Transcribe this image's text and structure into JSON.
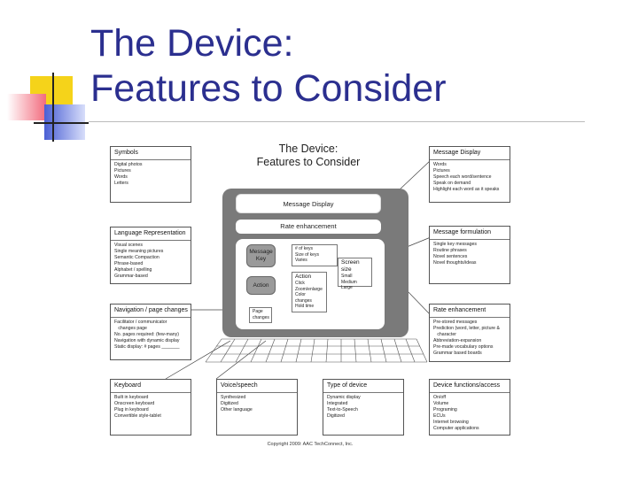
{
  "slide": {
    "title_line1": "The Device:",
    "title_line2": "Features to Consider"
  },
  "figure": {
    "title_line1": "The Device:",
    "title_line2": "Features to Consider",
    "copyright": "Copyright 2009: AAC TechConnect, Inc.",
    "device": {
      "message_display": "Message Display",
      "rate_enhancement": "Rate enhancement",
      "message_key": "Message\nKey",
      "action_key": "Action",
      "keys_box": {
        "items": [
          "# of keys",
          "Size of keys",
          "Varies"
        ]
      },
      "screen_size": {
        "title": "Screen size",
        "items": [
          "Small",
          "Medium",
          "Large"
        ]
      },
      "action_box": {
        "title": "Action",
        "items": [
          "Click",
          "Zoom/enlarge",
          "Color changes",
          "Hold time"
        ]
      },
      "page_changes": "Page\nchanges"
    },
    "boxes": {
      "symbols": {
        "title": "Symbols",
        "items": [
          "Digital photos",
          "Pictures",
          "Words",
          "Letters"
        ]
      },
      "language": {
        "title": "Language Representation",
        "items": [
          "Visual scenes",
          "Single meaning pictures",
          "Semantic Compaction",
          "Phrase-based",
          "Alphabet / spelling",
          "Grammar-based"
        ]
      },
      "navigation": {
        "title": "Navigation / page changes",
        "items": [
          "Facilitator / communicator",
          "   changes page",
          "No. pages required: (few-many)",
          "Navigation with dynamic display",
          "Static display: # pages _______"
        ]
      },
      "keyboard": {
        "title": "Keyboard",
        "items": [
          "Built in keyboard",
          "Onscreen keyboard",
          "Plug in keyboard",
          "Convertible style-tablet"
        ]
      },
      "voice": {
        "title": "Voice/speech",
        "items": [
          "Synthesized",
          "Digitized",
          "Other language"
        ]
      },
      "type": {
        "title": "Type of device",
        "items": [
          "Dynamic display",
          "Integrated",
          "Text-to-Speech",
          "Digitized"
        ]
      },
      "device_functions": {
        "title": "Device functions/access",
        "items": [
          "On/off",
          "Volume",
          "Programing",
          "ECUs",
          "Internet browsing",
          "Computer applications"
        ]
      },
      "message_display": {
        "title": "Message Display",
        "items": [
          "Words",
          "Pictures",
          "Speech each word/sentence",
          "Speak on demand",
          "Highlight each word as it speaks"
        ]
      },
      "message_formulation": {
        "title": "Message formulation",
        "items": [
          "Single key messages",
          "Routine phrases",
          "Novel sentences",
          "Novel thoughts/ideas"
        ]
      },
      "rate_enhancement": {
        "title": "Rate enhancement",
        "items": [
          "Pre-stored  messages",
          "Prediction (word, letter, picture &",
          "   character",
          "Abbreviation-expansion",
          "Pre-made vocabulary options",
          "Grammar based boards"
        ]
      }
    }
  }
}
